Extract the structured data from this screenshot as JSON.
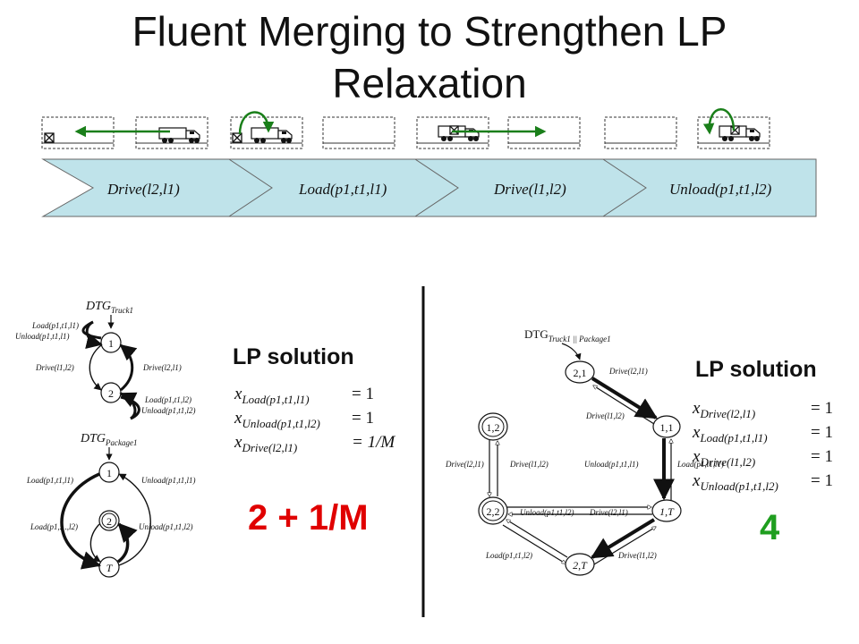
{
  "title": {
    "line1": "Fluent Merging to Strengthen LP",
    "line2": "Relaxation"
  },
  "steps": [
    {
      "name": "Drive",
      "args": "(l2,l1)"
    },
    {
      "name": "Load",
      "args": "(p1,t1,l1)"
    },
    {
      "name": "Drive",
      "args": "(l1,l2)"
    },
    {
      "name": "Unload",
      "args": "(p1,t1,l2)"
    }
  ],
  "left": {
    "dtg_truck": {
      "base": "DTG",
      "sub": "Truck1"
    },
    "dtg_package": {
      "base": "DTG",
      "sub": "Package1"
    },
    "truck_nodes": [
      "1",
      "2"
    ],
    "package_nodes": [
      "1",
      "2",
      "T"
    ],
    "edge_labels": {
      "load_l1": "Load(p1,t1,l1)",
      "unload_l1": "Unload(p1,t1,l1)",
      "drive_l1_l2": "Drive(l1,l2)",
      "drive_l2_l1": "Drive(l2,l1)",
      "load_l2": "Load(p1,t1,l2)",
      "unload_l2": "Unload(p1,t1,l2)",
      "pkg_load_l1": "Load(p1,t1,l1)",
      "pkg_unload_l1": "Unload(p1,t1,l1)",
      "pkg_load_l2": "Load(p1,…,l2)",
      "pkg_unload_l2": "Unload(p1,t1,l2)"
    },
    "lp_title": "LP solution",
    "vars": [
      {
        "x": "x",
        "sub": "Load(p1,t1,l1)",
        "val": "= 1"
      },
      {
        "x": "x",
        "sub": "Unload(p1,t1,l2)",
        "val": "= 1"
      },
      {
        "x": "x",
        "sub": "Drive(l2,l1)",
        "val": "= 1/M"
      }
    ],
    "result": "2 + 1/M",
    "result_color": "#e00000"
  },
  "right": {
    "dtg": {
      "base": "DTG",
      "sub": "Truck1 || Package1"
    },
    "nodes": [
      "2,1",
      "1,1",
      "1,2",
      "2,2",
      "1,T",
      "2,T"
    ],
    "edge_labels": {
      "drive_l2_l1_top": "Drive(l2,l1)",
      "drive_l1_l2_top": "Drive(l1,l2)",
      "drive_l2_l1_left": "Drive(l2,l1)",
      "drive_l1_l2_left": "Drive(l1,l2)",
      "unload_l1": "Unload(p1,t1,l1)",
      "load_l1": "Load(p1,t1,l1)",
      "unload_l2_mid": "Unload(p1,t1,l2)",
      "drive_l2_l1_mid": "Drive(l2,l1)",
      "load_l2": "Load(p1,t1,l2)",
      "drive_l1_l2_bot": "Drive(l1,l2)"
    },
    "lp_title": "LP solution",
    "vars": [
      {
        "x": "x",
        "sub": "Drive(l2,l1)",
        "val": "= 1"
      },
      {
        "x": "x",
        "sub": "Load(p1,t1,l1)",
        "val": "= 1"
      },
      {
        "x": "x",
        "sub": "Drive(l1,l2)",
        "val": "= 1"
      },
      {
        "x": "x",
        "sub": "Unload(p1,t1,l2)",
        "val": "= 1"
      }
    ],
    "result": "4",
    "result_color": "#1f9e1f"
  },
  "colors": {
    "chevron_fill": "#bfe3ea",
    "arrow_green": "#1a7f1a"
  }
}
